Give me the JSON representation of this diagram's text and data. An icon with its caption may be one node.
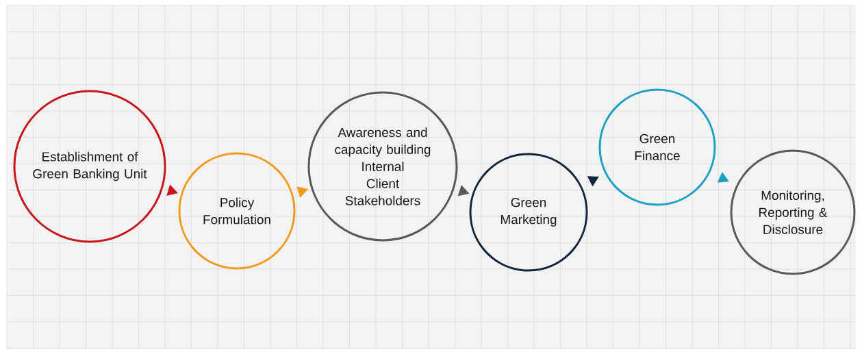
{
  "diagram": {
    "nodes": [
      {
        "text": [
          "Establishment of Green Banking Unit"
        ]
      },
      {
        "text": [
          "Policy Formulation"
        ]
      },
      {
        "text": [
          "Awareness and capacity building",
          "Internal",
          "Client",
          "Stakeholders"
        ]
      },
      {
        "text": [
          "Green Marketing"
        ]
      },
      {
        "text": [
          "Green Finance"
        ]
      },
      {
        "text": [
          "Monitoring, Reporting & Disclosure"
        ]
      }
    ],
    "edges": [
      {
        "from": 0,
        "to": 1,
        "arrow": "to",
        "color": "#c8161d"
      },
      {
        "from": 1,
        "to": 2,
        "arrow": "to",
        "color": "#f39a1e"
      },
      {
        "from": 2,
        "to": 3,
        "arrow": "to",
        "color": "#58595b"
      },
      {
        "from": 3,
        "to": 4,
        "arrow": "to",
        "color": "#14253a"
      },
      {
        "from": 4,
        "to": 5,
        "arrow": "to",
        "color": "#1a9fc0"
      }
    ]
  }
}
